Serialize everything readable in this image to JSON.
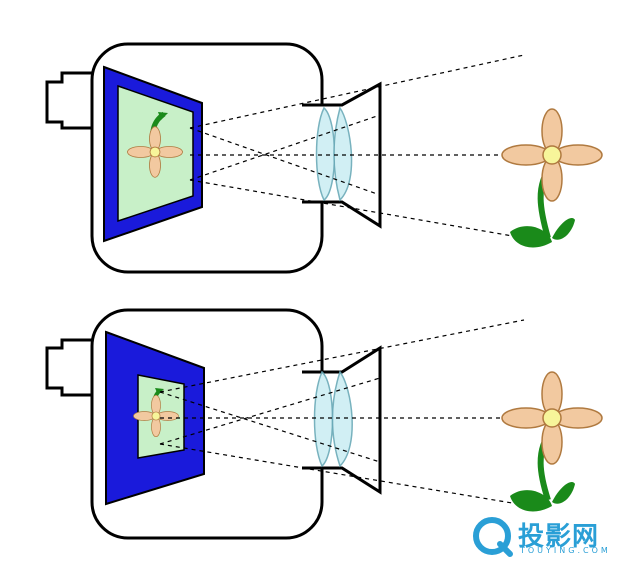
{
  "colors": {
    "frame_blue": "#1a1adb",
    "screen_green": "#c8f0c8",
    "stem_green": "#1a8a1a",
    "petal": "#f2c9a0",
    "petal_stroke": "#b07a40",
    "center": "#f7f59a",
    "lens": "#cdeef3",
    "lens_stroke": "#6aaab8",
    "outline": "#000000",
    "watermark": "#2a9fd6"
  },
  "cameras": [
    {
      "id": "top",
      "film_size": "large"
    },
    {
      "id": "bottom",
      "film_size": "small"
    }
  ],
  "watermark": {
    "logo_text": "投影网",
    "sub_text": "TOUYING.COM",
    "icon": "q-ring-logo-icon"
  }
}
